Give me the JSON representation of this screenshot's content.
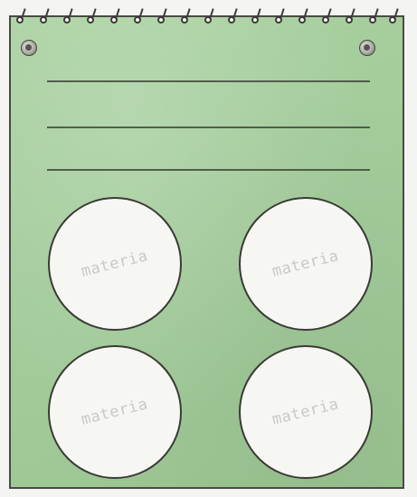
{
  "notepad": {
    "subjects": [
      {
        "label": "materia"
      },
      {
        "label": "materia"
      },
      {
        "label": "materia"
      },
      {
        "label": "materia"
      }
    ],
    "colors": {
      "paper": "#a3cc9b",
      "circle_fill": "#f6f6f3",
      "outline": "#3a3a36"
    }
  }
}
